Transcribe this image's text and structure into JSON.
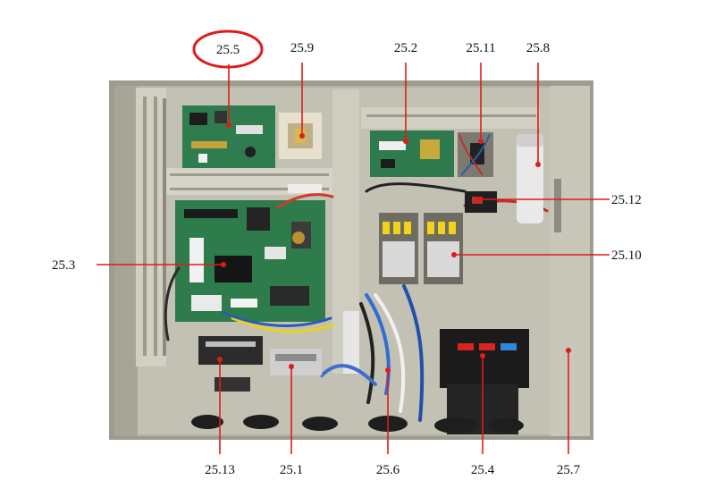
{
  "colors": {
    "leader": "#e01b1b",
    "highlight": "#e01b1b",
    "cabinet": "#a9a79a",
    "pcb": "#2e7b4c"
  },
  "callouts": [
    {
      "id": "c-25-5",
      "text": "25.5",
      "highlighted": true
    },
    {
      "id": "c-25-9",
      "text": "25.9"
    },
    {
      "id": "c-25-2",
      "text": "25.2"
    },
    {
      "id": "c-25-11",
      "text": "25.11"
    },
    {
      "id": "c-25-8",
      "text": "25.8"
    },
    {
      "id": "c-25-12",
      "text": "25.12"
    },
    {
      "id": "c-25-3",
      "text": "25.3"
    },
    {
      "id": "c-25-10",
      "text": "25.10"
    },
    {
      "id": "c-25-13",
      "text": "25.13"
    },
    {
      "id": "c-25-1",
      "text": "25.1"
    },
    {
      "id": "c-25-6",
      "text": "25.6"
    },
    {
      "id": "c-25-4",
      "text": "25.4"
    },
    {
      "id": "c-25-7",
      "text": "25.7"
    }
  ]
}
